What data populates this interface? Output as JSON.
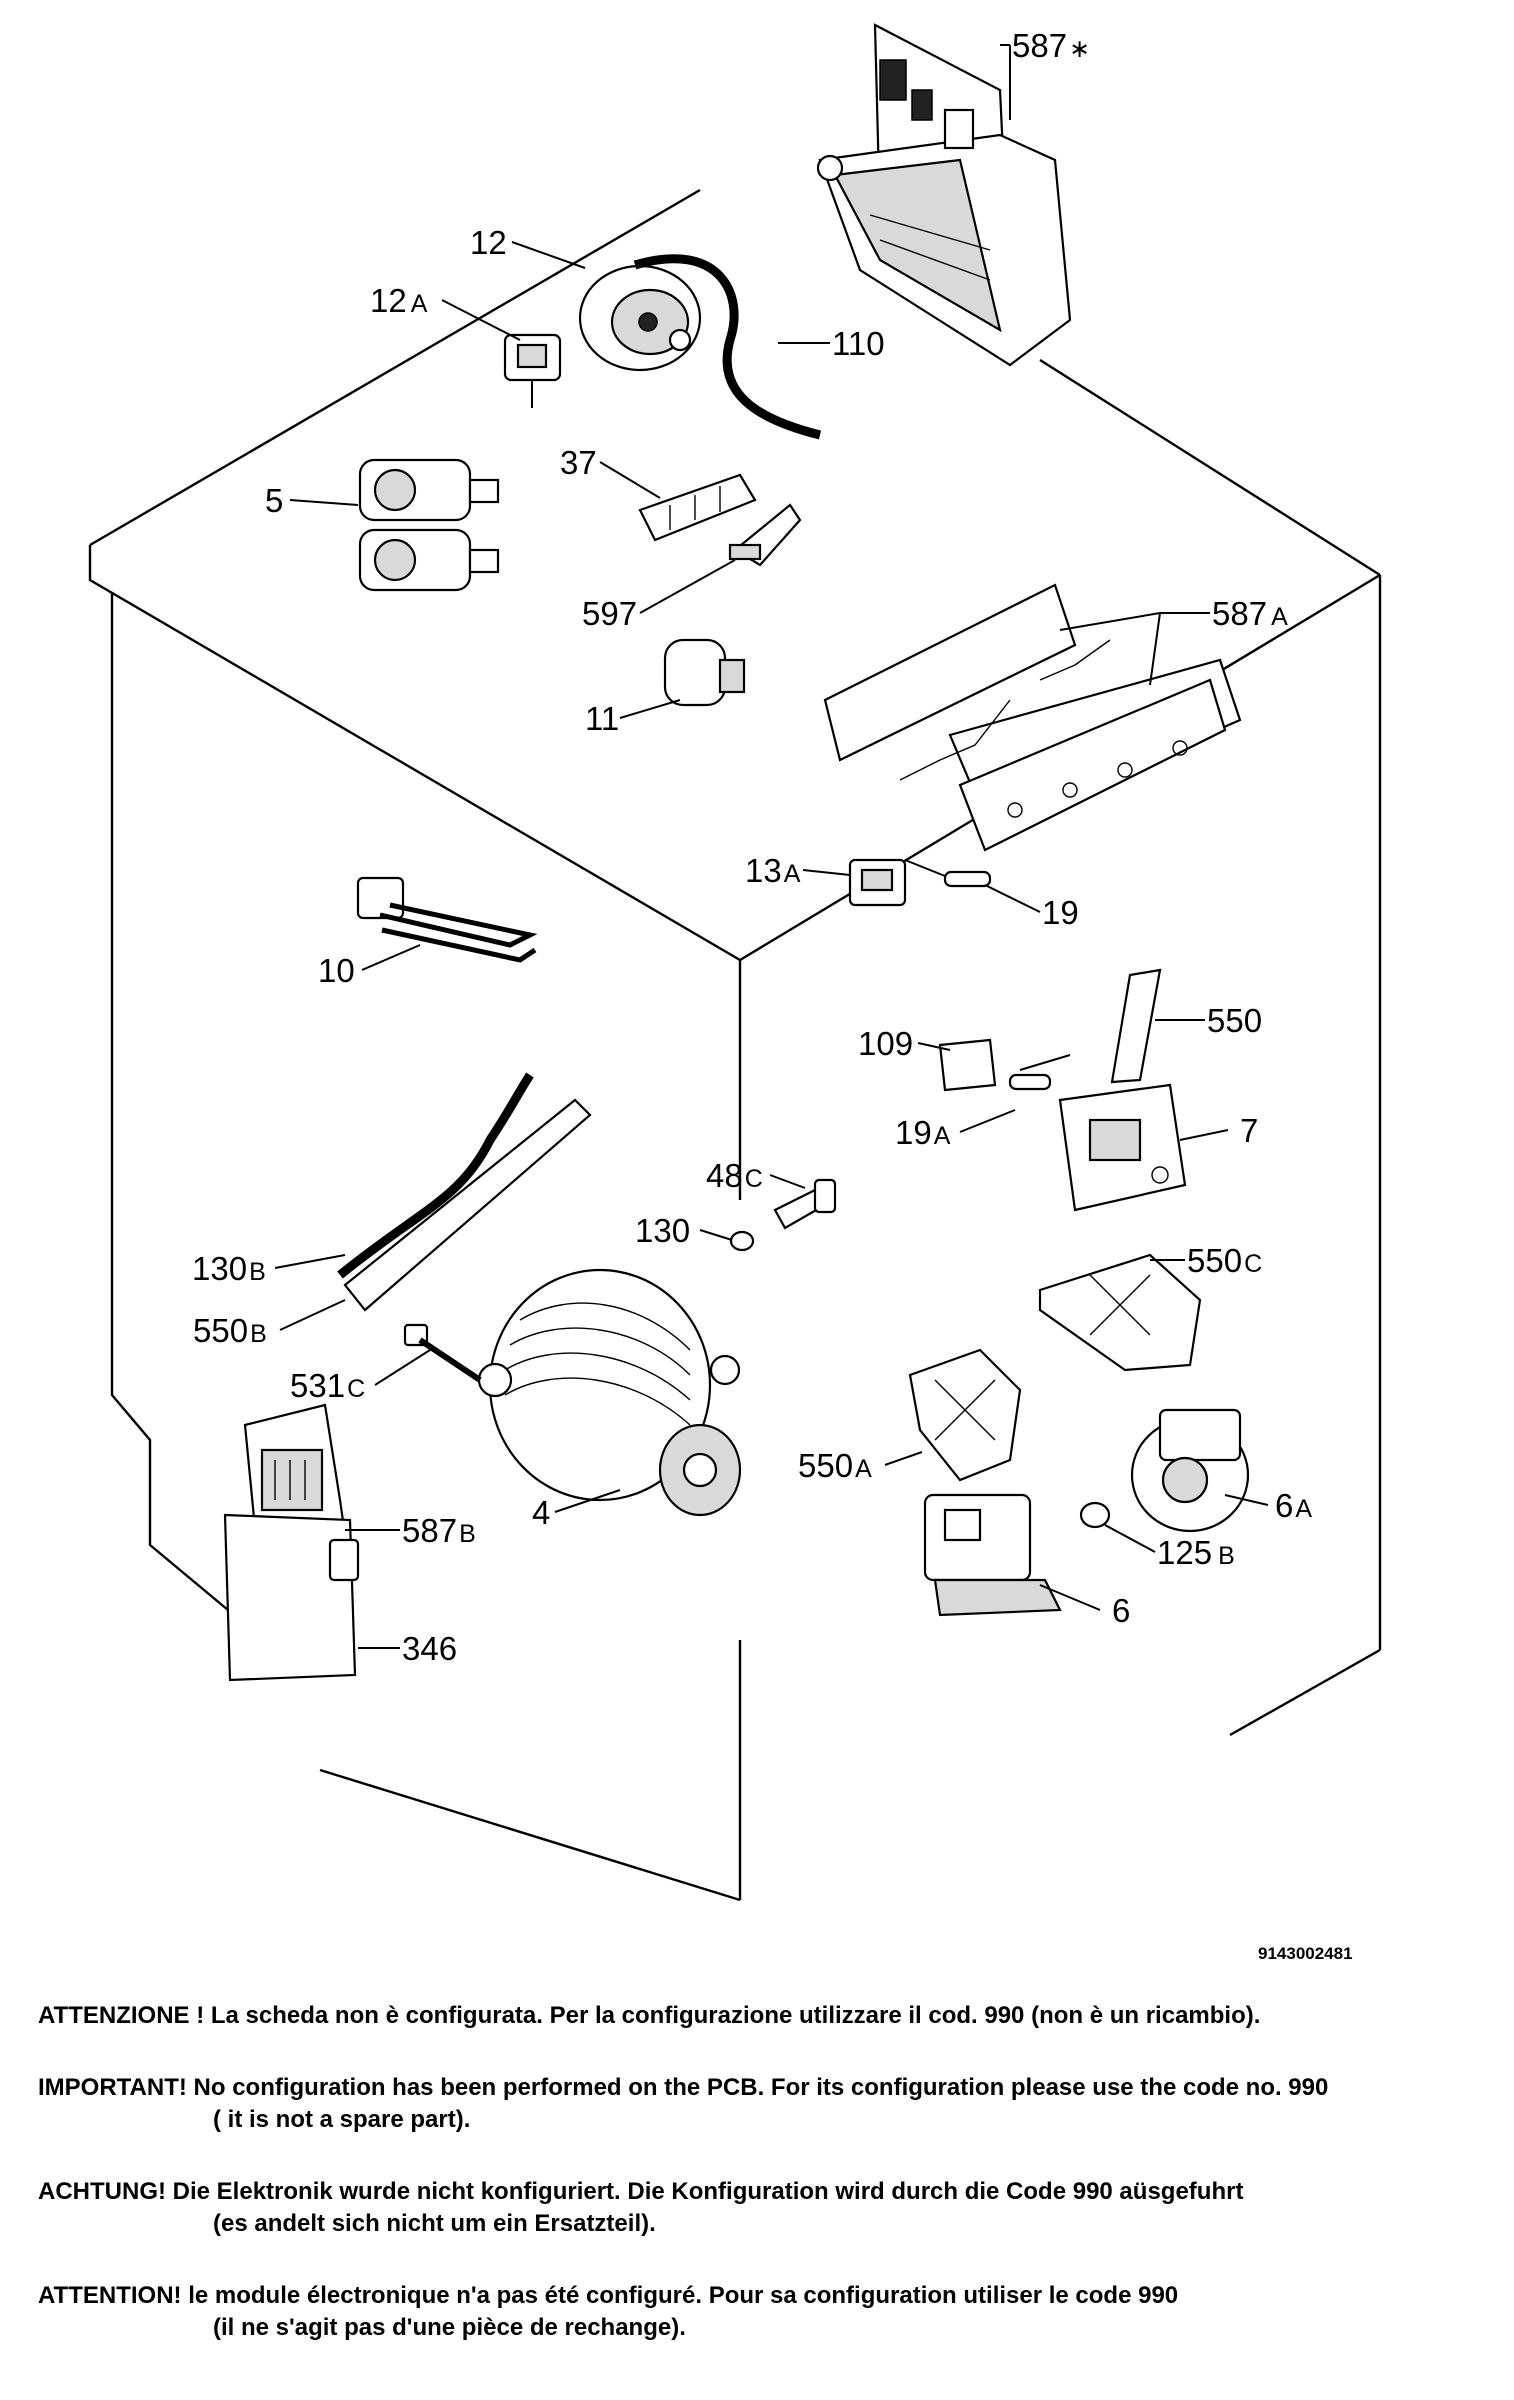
{
  "callouts": {
    "c587s": {
      "num": "587",
      "sfx": "∗"
    },
    "c12": {
      "num": "12",
      "sfx": ""
    },
    "c12a": {
      "num": "12",
      "sfx": "A"
    },
    "c110": {
      "num": "110",
      "sfx": ""
    },
    "c37": {
      "num": "37",
      "sfx": ""
    },
    "c5": {
      "num": "5",
      "sfx": ""
    },
    "c597": {
      "num": "597",
      "sfx": ""
    },
    "c587a": {
      "num": "587",
      "sfx": "A"
    },
    "c11": {
      "num": "11",
      "sfx": ""
    },
    "c13a": {
      "num": "13",
      "sfx": "A"
    },
    "c19": {
      "num": "19",
      "sfx": ""
    },
    "c10": {
      "num": "10",
      "sfx": ""
    },
    "c109": {
      "num": "109",
      "sfx": ""
    },
    "c550": {
      "num": "550",
      "sfx": ""
    },
    "c19a": {
      "num": "19",
      "sfx": "A"
    },
    "c7": {
      "num": "7",
      "sfx": ""
    },
    "c48c": {
      "num": "48",
      "sfx": "C"
    },
    "c130": {
      "num": "130",
      "sfx": ""
    },
    "c130b": {
      "num": "130",
      "sfx": "B"
    },
    "c550c": {
      "num": "550",
      "sfx": "C"
    },
    "c550b": {
      "num": "550",
      "sfx": "B"
    },
    "c531c": {
      "num": "531",
      "sfx": "C"
    },
    "c550a": {
      "num": "550",
      "sfx": "A"
    },
    "c6a": {
      "num": "6",
      "sfx": "A"
    },
    "c587b": {
      "num": "587",
      "sfx": "B"
    },
    "c4": {
      "num": "4",
      "sfx": ""
    },
    "c125b": {
      "num": "125",
      "sfx": "B"
    },
    "c6": {
      "num": "6",
      "sfx": ""
    },
    "c346": {
      "num": "346",
      "sfx": ""
    }
  },
  "document_code": "9143002481",
  "notes": [
    {
      "lines": [
        "ATTENZIONE ! La scheda non è configurata. Per la configurazione utilizzare il cod. 990 (non è un ricambio)."
      ]
    },
    {
      "lines": [
        "IMPORTANT! No configuration has been performed on the PCB. For its configuration please use the code no. 990",
        "( it is not a spare part)."
      ]
    },
    {
      "lines": [
        "ACHTUNG! Die Elektronik wurde nicht konfiguriert. Die Konfiguration wird durch die Code 990 aüsgefuhrt",
        "(es andelt sich nicht um ein Ersatzteil)."
      ]
    },
    {
      "lines": [
        "ATTENTION! le module électronique n'a pas été configuré. Pour  sa configuration utiliser le code 990",
        "(il ne s'agit pas d'une pièce de rechange)."
      ]
    }
  ]
}
